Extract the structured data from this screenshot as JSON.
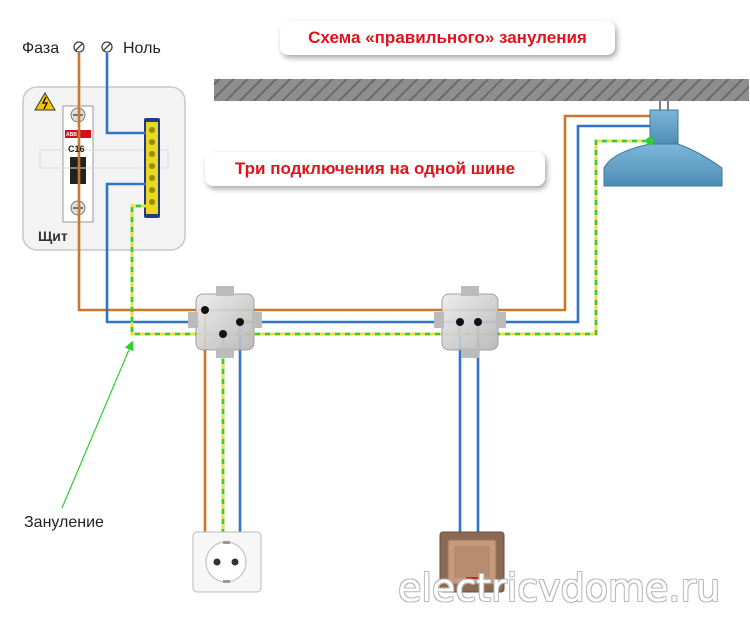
{
  "titles": {
    "main": "Схема «правильного» зануления",
    "sub": "Три подключения на одной шине"
  },
  "labels": {
    "phase": "Фаза",
    "neutral": "Ноль",
    "panel": "Щит",
    "pen": "Зануление",
    "breaker_brand": "ABB",
    "breaker_rating": "C16"
  },
  "watermark": "electricvdome.ru",
  "colors": {
    "phase_wire": "#c87828",
    "neutral_wire": "#2e74c8",
    "pe_wire_green": "#3cc83c",
    "pe_wire_yellow": "#f0e040",
    "title_text": "#e1121b",
    "ceiling": "#8c8c8c",
    "lamp": "#5d9cbf",
    "arrow": "#2ed12e"
  }
}
